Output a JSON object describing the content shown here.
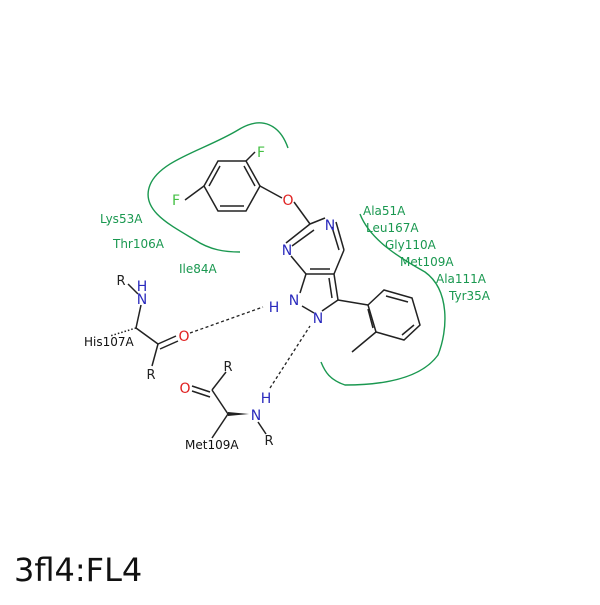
{
  "title": "3fl4:FL4",
  "colors": {
    "residue": "#1a9850",
    "nitrogen": "#2a2abd",
    "oxygen": "#e02020",
    "fluorine": "#44c044",
    "bond": "#222222"
  },
  "residues": {
    "lys53": "Lys53A",
    "thr106": "Thr106A",
    "ile84": "Ile84A",
    "ala51": "Ala51A",
    "leu167": "Leu167A",
    "gly110": "Gly110A",
    "met109": "Met109A",
    "ala111": "Ala111A",
    "tyr35": "Tyr35A"
  },
  "bonded_residues": {
    "his107": "His107A",
    "met109": "Met109A"
  },
  "atoms": {
    "f1": "F",
    "f2": "F",
    "o_ether": "O",
    "n1": "N",
    "n2": "N",
    "n3": "N",
    "n4": "N",
    "o_his": "O",
    "n_his": "N",
    "h_his": "H",
    "r_his1": "R",
    "r_his2": "R",
    "h_lig": "H",
    "o_met": "O",
    "n_met": "N",
    "h_met": "H",
    "r_met1": "R",
    "r_met2": "R"
  }
}
